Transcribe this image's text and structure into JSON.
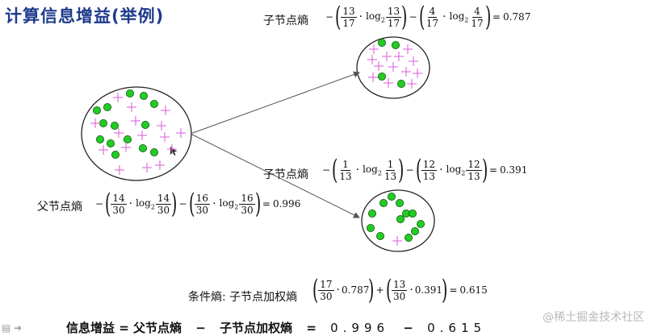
{
  "title": "计算信息增益(举例)",
  "labels": {
    "parent": "父节点熵",
    "child_top": "子节点熵",
    "child_bottom": "子节点熵",
    "conditional": "条件熵: 子节点加权熵"
  },
  "formulas": {
    "parent": {
      "f1_num": "14",
      "f1_den": "30",
      "f2_num": "14",
      "f2_den": "30",
      "f3_num": "16",
      "f3_den": "30",
      "f4_num": "16",
      "f4_den": "30",
      "log": "log",
      "base": "2",
      "result": "0.996"
    },
    "child_top": {
      "f1_num": "13",
      "f1_den": "17",
      "f2_num": "13",
      "f2_den": "17",
      "f3_num": "4",
      "f3_den": "17",
      "f4_num": "4",
      "f4_den": "17",
      "log": "log",
      "base": "2",
      "result": "0.787"
    },
    "child_bottom": {
      "f1_num": "1",
      "f1_den": "13",
      "f2_num": "1",
      "f2_den": "13",
      "f3_num": "12",
      "f3_den": "13",
      "f4_num": "12",
      "f4_den": "13",
      "log": "log",
      "base": "2",
      "result": "0.391"
    },
    "conditional": {
      "w1_num": "17",
      "w1_den": "30",
      "v1": "0.787",
      "w2_num": "13",
      "w2_den": "30",
      "v2": "0.391",
      "result": "0.615"
    }
  },
  "bottom_formula": {
    "lhs": "信息增益 = 父节点熵",
    "minus1": "−",
    "term2": "子节点加权熵",
    "equals": "=",
    "v1": "0.996",
    "minus2": "−",
    "v2": "0.615"
  },
  "watermark": "@稀土掘金技术社区",
  "colors": {
    "green": "#22cc22",
    "plus": "#dd66dd",
    "title": "#1f3b8c"
  }
}
